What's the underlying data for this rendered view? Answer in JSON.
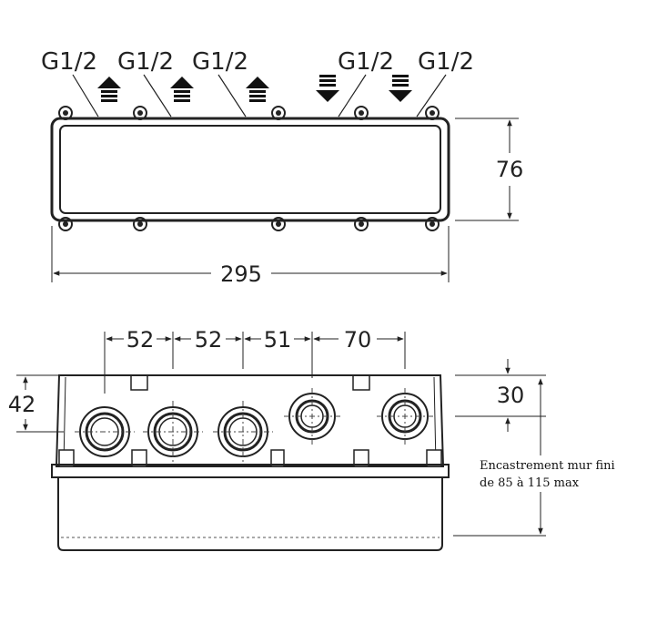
{
  "top_view": {
    "ports": [
      {
        "label": "G1/2",
        "flow": "up"
      },
      {
        "label": "G1/2",
        "flow": "up"
      },
      {
        "label": "G1/2",
        "flow": "up"
      },
      {
        "label": "G1/2",
        "flow": "down"
      },
      {
        "label": "G1/2",
        "flow": "down"
      }
    ],
    "height_label": "76",
    "width_label": "295"
  },
  "front_view": {
    "spacing_labels": [
      "52",
      "52",
      "51",
      "70"
    ],
    "left_label": "42",
    "right_label": "30",
    "note_line1": "Encastrement mur fini",
    "note_line2": "de 85 à 115 max"
  },
  "colors": {
    "line": "#222222",
    "background": "#ffffff"
  }
}
